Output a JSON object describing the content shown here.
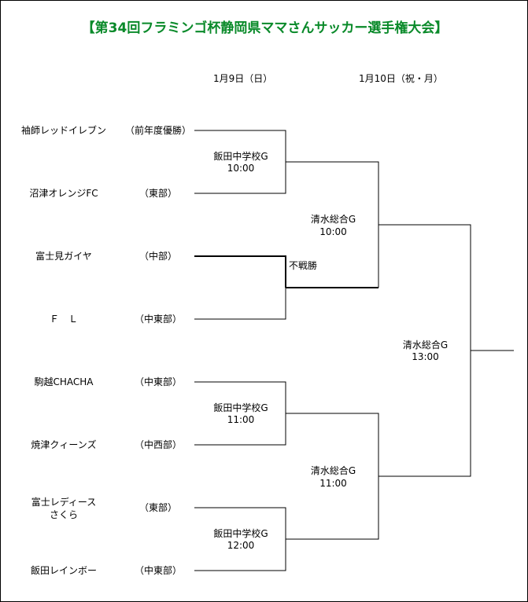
{
  "title": "【第34回フラミンゴ杯静岡県ママさんサッカー選手権大会】",
  "dates": {
    "day1": "1月9日（日）",
    "day2": "1月10日（祝・月）"
  },
  "teams": [
    {
      "name": "袖師レッドイレブン",
      "name2": "",
      "region": "（前年度優勝）"
    },
    {
      "name": "沼津オレンジFC",
      "name2": "",
      "region": "（東部）"
    },
    {
      "name": "富士見ガイヤ",
      "name2": "",
      "region": "（中部）"
    },
    {
      "name": "Ｆ　Ｌ",
      "name2": "",
      "region": "（中東部）"
    },
    {
      "name": "駒越CHACHA",
      "name2": "",
      "region": "（中東部）"
    },
    {
      "name": "焼津クィーンズ",
      "name2": "",
      "region": "（中西部）"
    },
    {
      "name": "富士レディース",
      "name2": "さくら",
      "region": "（東部）"
    },
    {
      "name": "飯田レインボー",
      "name2": "",
      "region": "（中東部）"
    }
  ],
  "round1": [
    {
      "venue": "飯田中学校G",
      "time": "10:00"
    },
    {
      "venue": "飯田中学校G",
      "time": "11:00"
    },
    {
      "venue": "飯田中学校G",
      "time": "12:00"
    }
  ],
  "forfeit_note": "不戦勝",
  "semifinals": [
    {
      "venue": "清水総合G",
      "time": "10:00"
    },
    {
      "venue": "清水総合G",
      "time": "11:00"
    }
  ],
  "final": {
    "venue": "清水総合G",
    "time": "13:00"
  },
  "colors": {
    "title": "#0a8a2a",
    "lines": "#000000"
  }
}
